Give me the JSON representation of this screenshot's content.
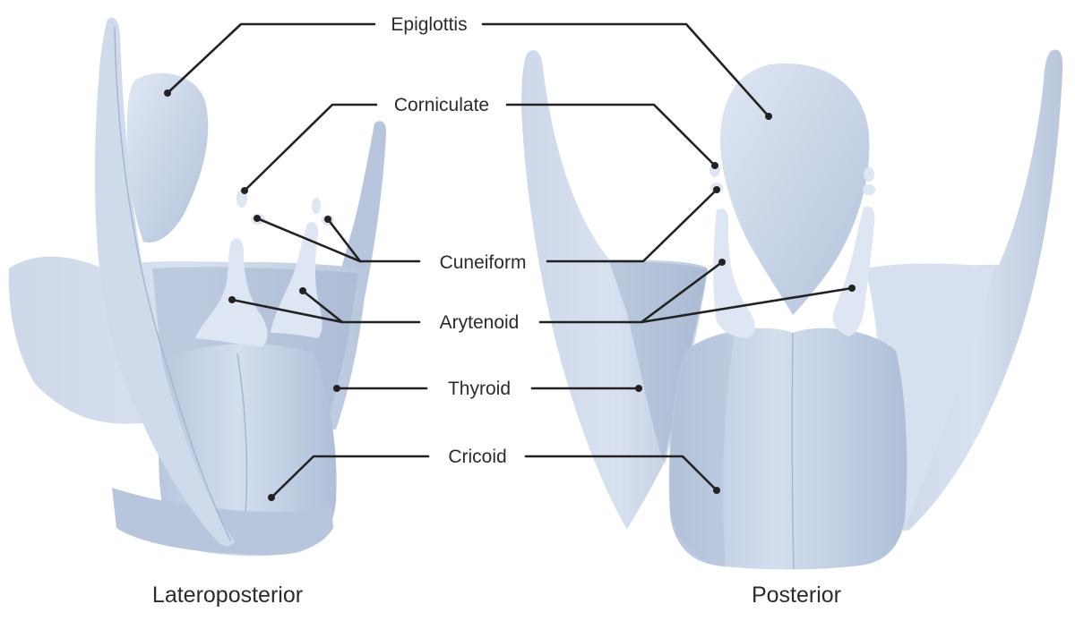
{
  "labels": {
    "epiglottis": "Epiglottis",
    "corniculate": "Corniculate",
    "cuneiform": "Cuneiform",
    "arytenoid": "Arytenoid",
    "thyroid": "Thyroid",
    "cricoid": "Cricoid"
  },
  "views": {
    "left": "Lateroposterior",
    "right": "Posterior"
  }
}
